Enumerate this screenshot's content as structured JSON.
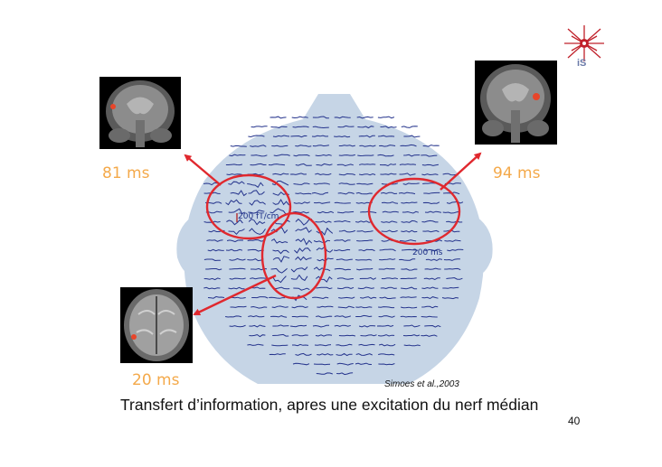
{
  "labels": {
    "t81": "81 ms",
    "t94": "94 ms",
    "t20": "20 ms"
  },
  "scale": {
    "amplitude": "200 fT/cm",
    "time": "200 ms"
  },
  "citation": "Simoes et al.,2003",
  "caption": "Transfert d’information, apres une excitation du nerf médian",
  "page_number": "40",
  "logo_text": "iS",
  "colors": {
    "head_fill": "#c6d5e6",
    "trace": "#24338c",
    "highlight": "#e0282e",
    "label": "#f4a94a"
  }
}
